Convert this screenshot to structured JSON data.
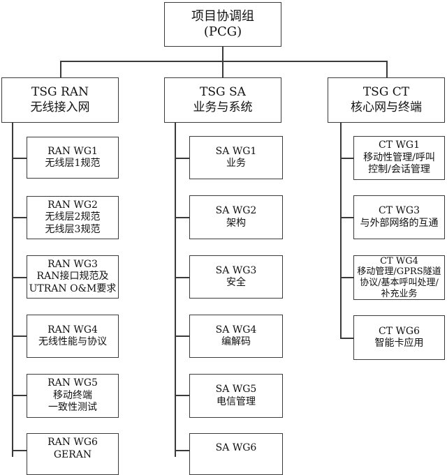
{
  "root": {
    "line1": "项目协调组",
    "line2": "(PCG)"
  },
  "tsgs": [
    {
      "line1": "TSG RAN",
      "line2": "无线接入网"
    },
    {
      "line1": "TSG SA",
      "line2": "业务与系统"
    },
    {
      "line1": "TSG CT",
      "line2": "核心网与终端"
    }
  ],
  "ran_wgs": [
    {
      "lines": [
        "RAN WG1",
        "无线层1规范"
      ]
    },
    {
      "lines": [
        "RAN WG2",
        "无线层2规范",
        "无线层3规范"
      ]
    },
    {
      "lines": [
        "RAN WG3",
        "RAN接口规范及",
        "UTRAN O&M要求"
      ]
    },
    {
      "lines": [
        "RAN WG4",
        "无线性能与协议"
      ]
    },
    {
      "lines": [
        "RAN WG5",
        "移动终端",
        "一致性测试"
      ]
    },
    {
      "lines": [
        "RAN WG6",
        "GERAN"
      ]
    }
  ],
  "sa_wgs": [
    {
      "lines": [
        "SA WG1",
        "业务"
      ]
    },
    {
      "lines": [
        "SA WG2",
        "架构"
      ]
    },
    {
      "lines": [
        "SA WG3",
        "安全"
      ]
    },
    {
      "lines": [
        "SA WG4",
        "编解码"
      ]
    },
    {
      "lines": [
        "SA WG5",
        "电信管理"
      ]
    },
    {
      "lines": [
        "SA WG6"
      ]
    }
  ],
  "ct_wgs": [
    {
      "lines": [
        "CT WG1",
        "移动性管理/呼叫",
        "控制/会话管理"
      ]
    },
    {
      "lines": [
        "CT WG3",
        "与外部网络的互通"
      ]
    },
    {
      "lines": [
        "CT WG4",
        "移动管理/GPRS隧道",
        "协议/基本呼叫处理/",
        "补充业务"
      ]
    },
    {
      "lines": [
        "CT WG6",
        "智能卡应用"
      ]
    }
  ]
}
